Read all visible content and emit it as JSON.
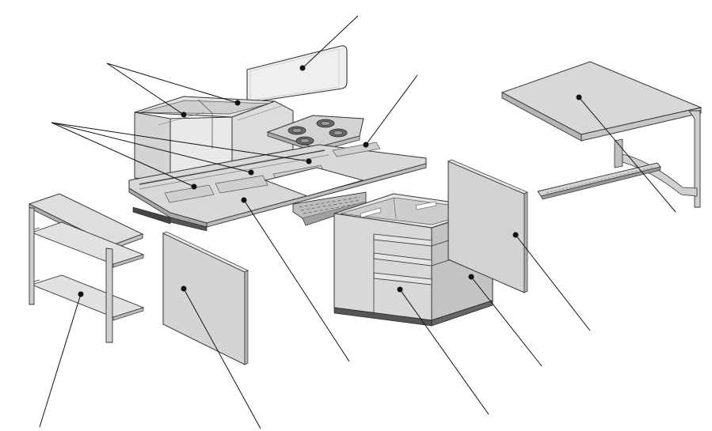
{
  "diagram": {
    "kind": "exploded-view",
    "colors": {
      "panel": "#d9d9d9",
      "panel_light": "#ececec",
      "panel_dark": "#b8b8b8",
      "outline": "#333333",
      "leader": "#111111",
      "dot": "#111111",
      "background": "#ffffff"
    },
    "components": [
      {
        "id": "back-splash",
        "icon": "glass-panel"
      },
      {
        "id": "upper-cabinet-boxes",
        "icon": "open-box"
      },
      {
        "id": "hob",
        "icon": "cooktop-four-burners"
      },
      {
        "id": "worktop-inserts",
        "icon": "tray"
      },
      {
        "id": "worktop",
        "icon": "countertop-with-sink-cutout"
      },
      {
        "id": "rear-grille",
        "icon": "vent-grille"
      },
      {
        "id": "side-table",
        "icon": "table-top"
      },
      {
        "id": "open-shelf",
        "icon": "shelf-unit"
      },
      {
        "id": "side-panel-left",
        "icon": "panel"
      },
      {
        "id": "drawer-unit",
        "icon": "drawer-cabinet"
      },
      {
        "id": "side-panel-right",
        "icon": "panel"
      }
    ],
    "callouts": 12,
    "labels_visible": false
  }
}
